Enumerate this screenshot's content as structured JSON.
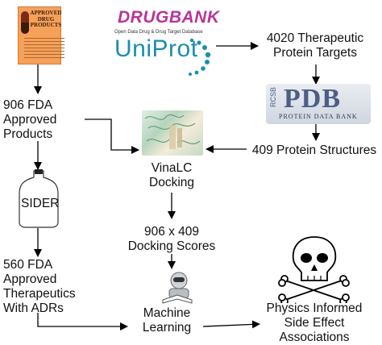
{
  "sources": {
    "book": {
      "title": "APPROVED DRUG PRODUCTS"
    },
    "drugbank": {
      "logo": "DRUGBANK",
      "tagline": "Open Data Drug & Drug Target Database"
    },
    "uniprot": {
      "logo": "UniProt"
    },
    "pdb": {
      "logo": "PDB",
      "rcsb": "RCSB",
      "subtitle": "PROTEIN DATA BANK"
    }
  },
  "nodes": {
    "fda_products": "906 FDA\nApproved\nProducts",
    "targets": "4020 Therapeutic\nProtein Targets",
    "structures": "409 Protein Structures",
    "vinalc": "VinaLC\nDocking",
    "sider": "SIDER",
    "docking_scores": "906 x 409\nDocking Scores",
    "adr_therapeutics": "560 FDA\nApproved\nTherapeutics\nWith ADRs",
    "ml": "Machine\nLearning",
    "associations": "Physics Informed\nSide Effect\nAssociations"
  },
  "icons": {
    "book": "drug-book-icon",
    "docking": "protein-docking-icon",
    "sider": "bottle-icon",
    "ml": "robot-reading-icon",
    "associations": "skull-crossbones-icon"
  }
}
